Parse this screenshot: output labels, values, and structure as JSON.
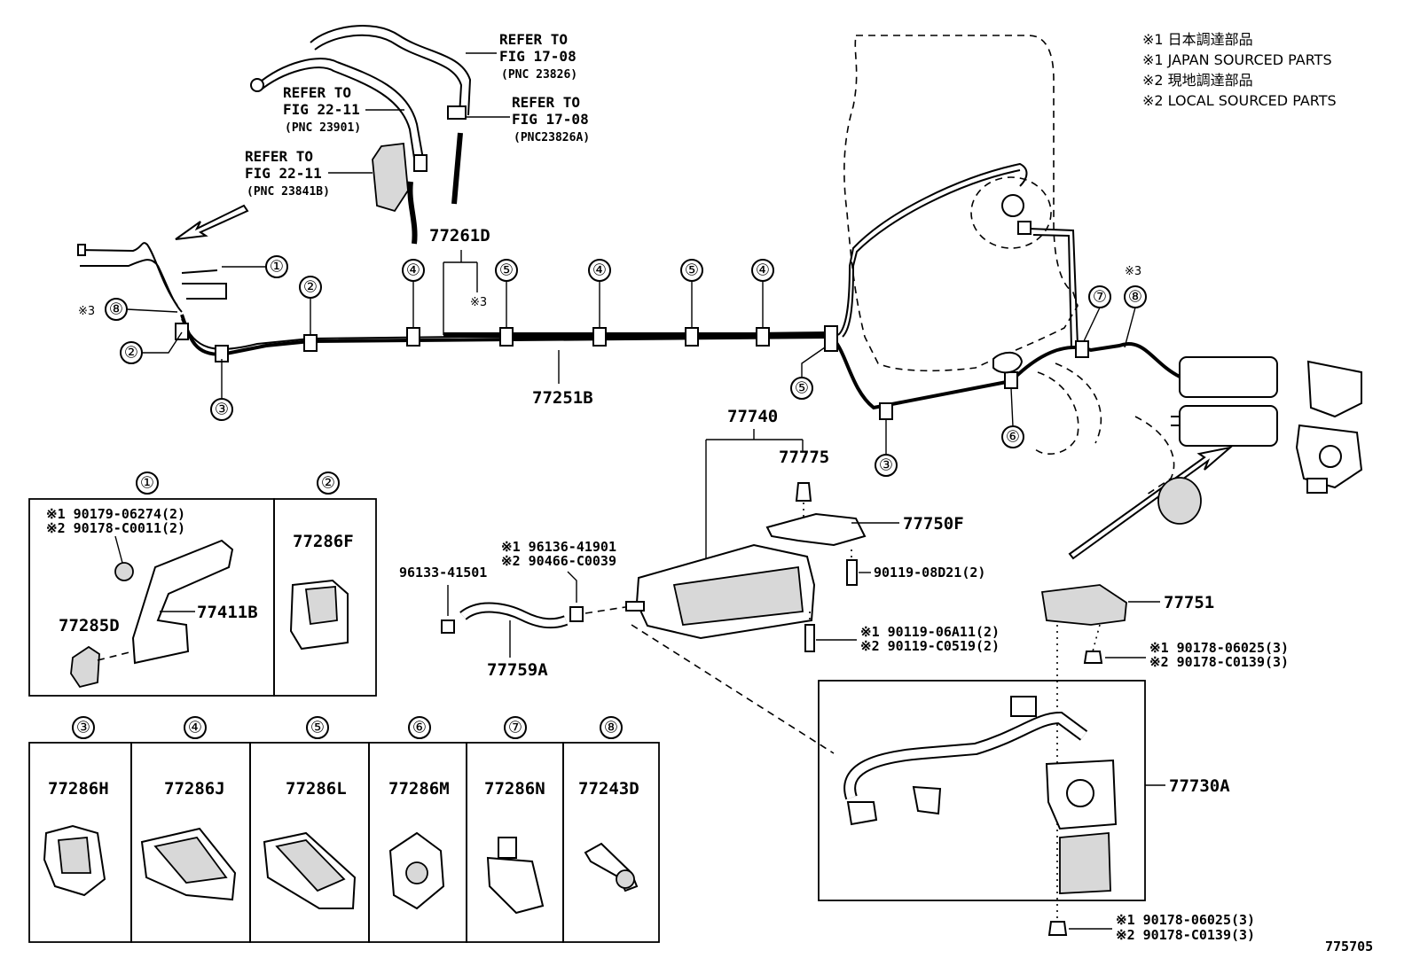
{
  "notes": [
    "※1 日本調達部品",
    "※1 JAPAN SOURCED PARTS",
    "※2 現地調達部品",
    "※2 LOCAL SOURCED PARTS"
  ],
  "refs": [
    {
      "line1": "REFER TO",
      "line2": "FIG 17-08",
      "line3": "(PNC 23826)"
    },
    {
      "line1": "REFER TO",
      "line2": "FIG 22-11",
      "line3": "(PNC 23901)"
    },
    {
      "line1": "REFER TO",
      "line2": "FIG 17-08",
      "line3": "(PNC23826A)"
    },
    {
      "line1": "REFER TO",
      "line2": "FIG 22-11",
      "line3": "(PNC 23841B)"
    }
  ],
  "callouts": [
    "①",
    "②",
    "③",
    "④",
    "⑤",
    "⑥",
    "⑦",
    "⑧"
  ],
  "marks": {
    "m3": "※3"
  },
  "parts": {
    "p77261D": "77261D",
    "p77251B": "77251B",
    "p77740": "77740",
    "p77775": "77775",
    "p77750F": "77750F",
    "p90119_08D21": "90119-08D21(2)",
    "p77751": "77751",
    "p90178_06025_a": "※1 90178-06025(3)",
    "p90178_C0139_a": "※2 90178-C0139(3)",
    "p90119_06A11": "※1 90119-06A11(2)",
    "p90119_C0519": "※2 90119-C0519(2)",
    "p96136_41901": "※1 96136-41901",
    "p90466_C0039": "※2 90466-C0039",
    "p96133_41501": "96133-41501",
    "p77759A": "77759A",
    "p77730A": "77730A",
    "p90178_06025_b": "※1 90178-06025(3)",
    "p90178_C0139_b": "※2 90178-C0139(3)",
    "p90179_06274": "※1 90179-06274(2)",
    "p90178_C0011": "※2 90178-C0011(2)",
    "p77285D": "77285D",
    "p77411B": "77411B",
    "p77286F": "77286F",
    "p77286H": "77286H",
    "p77286J": "77286J",
    "p77286L": "77286L",
    "p77286M": "77286M",
    "p77286N": "77286N",
    "p77243D": "77243D"
  },
  "figure_id": "775705"
}
